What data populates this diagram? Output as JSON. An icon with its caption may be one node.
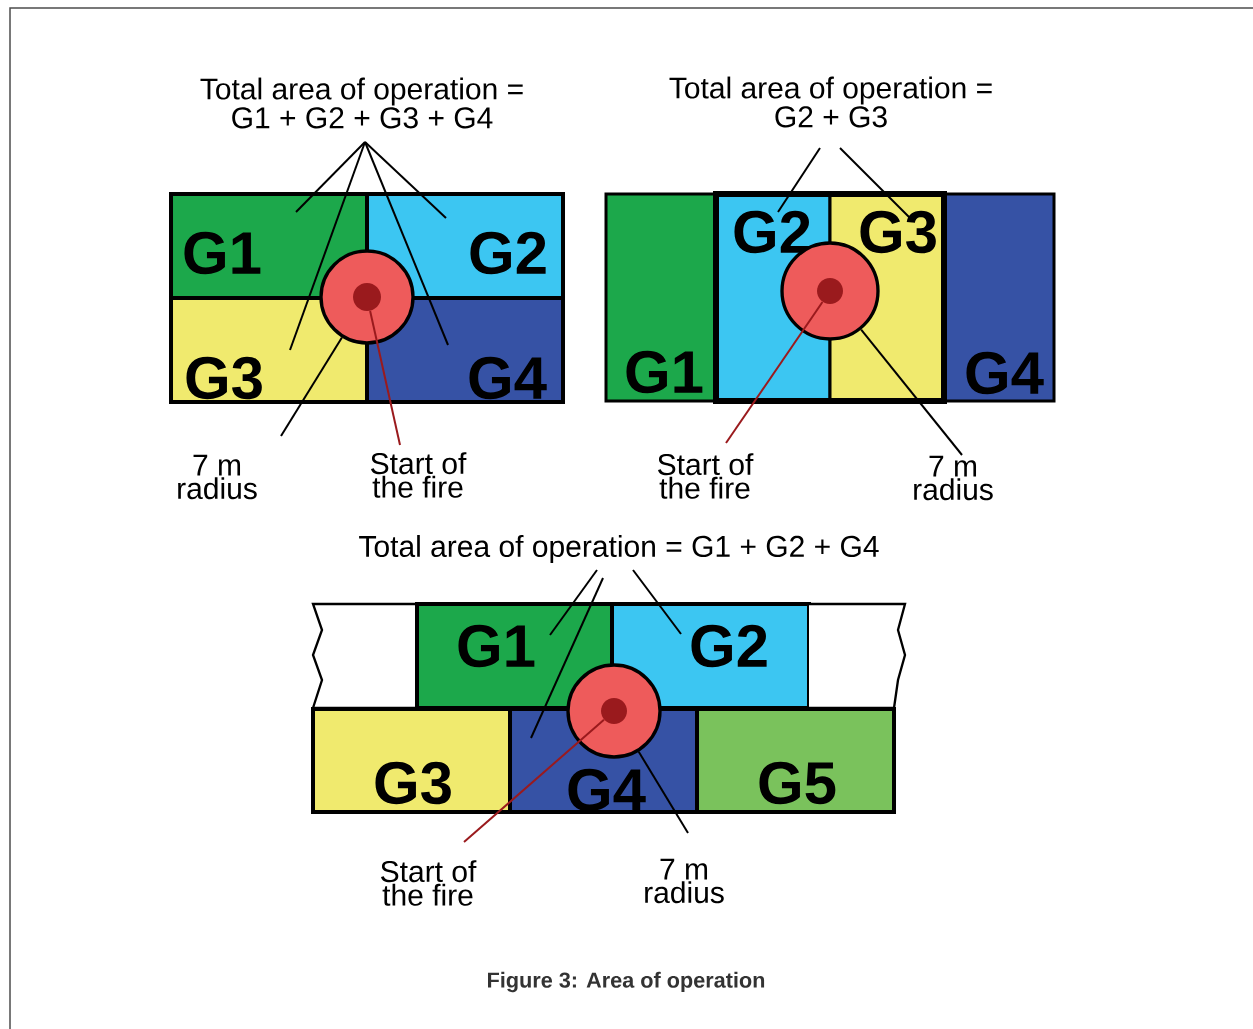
{
  "diagram": {
    "caption": "Figure 3: Area of operation",
    "nodes": [
      {
        "text": [
          "Total area of operation = G1 + G2 + G3 + G4"
        ]
      },
      {
        "text": [
          "G1"
        ]
      },
      {
        "text": [
          "G2"
        ]
      },
      {
        "text": [
          "G3"
        ]
      },
      {
        "text": [
          "G4"
        ]
      },
      {
        "text": [],
        "shape": "circle"
      },
      {
        "text": [],
        "shape": "circle",
        "in": 5
      },
      {
        "text": [
          "7 m radius"
        ]
      },
      {
        "text": [
          "Start of the fire"
        ]
      },
      {
        "text": [
          "Total area of operation = G2 + G3"
        ]
      },
      {
        "text": [
          "G1"
        ]
      },
      {
        "text": [
          "G2"
        ]
      },
      {
        "text": [
          "G3"
        ]
      },
      {
        "text": [
          "G4"
        ]
      },
      {
        "text": [],
        "shape": "circle"
      },
      {
        "text": [],
        "shape": "circle",
        "in": 14
      },
      {
        "text": [
          "Start of the fire"
        ]
      },
      {
        "text": [
          "7 m radius"
        ]
      },
      {
        "text": [
          "Total area of operation = G1 + G2 + G4"
        ]
      },
      {
        "text": [],
        "shape": "box"
      },
      {
        "text": [
          "G1"
        ]
      },
      {
        "text": [
          "G2"
        ]
      },
      {
        "text": [],
        "shape": "box"
      },
      {
        "text": [
          "G3"
        ]
      },
      {
        "text": [
          "G4"
        ]
      },
      {
        "text": [
          "G5"
        ]
      },
      {
        "text": [],
        "shape": "circle"
      },
      {
        "text": [],
        "shape": "circle",
        "in": 26
      },
      {
        "text": [
          "Start of the fire"
        ]
      },
      {
        "text": [
          "7 m radius"
        ]
      }
    ],
    "edges": [
      {
        "from": 0,
        "to": 1,
        "arrow": "none"
      },
      {
        "from": 0,
        "to": 2,
        "arrow": "none"
      },
      {
        "from": 0,
        "to": 3,
        "arrow": "none"
      },
      {
        "from": 0,
        "to": 4,
        "arrow": "none"
      },
      {
        "from": 7,
        "to": 5,
        "arrow": "none"
      },
      {
        "from": 8,
        "to": 6,
        "arrow": "none",
        "color": "#9a1a1d"
      },
      {
        "from": 9,
        "to": 11,
        "arrow": "none"
      },
      {
        "from": 9,
        "to": 12,
        "arrow": "none"
      },
      {
        "from": 16,
        "to": 15,
        "arrow": "none",
        "color": "#9a1a1d"
      },
      {
        "from": 17,
        "to": 14,
        "arrow": "none"
      },
      {
        "from": 18,
        "to": 20,
        "arrow": "none"
      },
      {
        "from": 18,
        "to": 24,
        "arrow": "none"
      },
      {
        "from": 18,
        "to": 21,
        "arrow": "none"
      },
      {
        "from": 28,
        "to": 27,
        "arrow": "none",
        "color": "#9a1a1d"
      },
      {
        "from": 29,
        "to": 26,
        "arrow": "none"
      }
    ]
  }
}
